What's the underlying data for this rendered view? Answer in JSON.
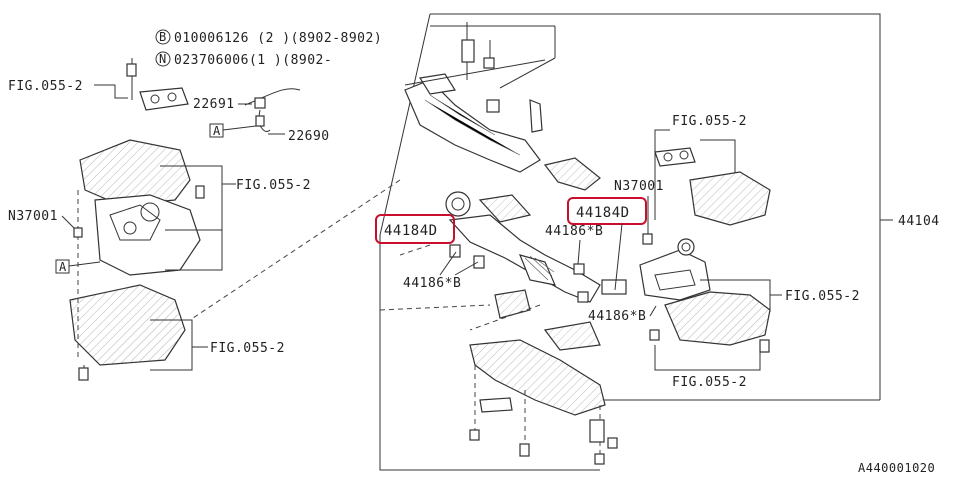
{
  "header_notes": {
    "line1_circle": "B",
    "line1_text": "010006126 (2 )(8902-8902)",
    "line2_circle": "N",
    "line2_text": "023706006(1 )(8902-"
  },
  "labels": {
    "fig_055_2": "FIG.055-2",
    "n37001": "N37001",
    "p22691": "22691",
    "p22690": "22690",
    "p44104": "44104",
    "p44184d": "44184D",
    "p44186b": "44186*B",
    "ref_a": "A",
    "diagram_id": "A440001020"
  }
}
